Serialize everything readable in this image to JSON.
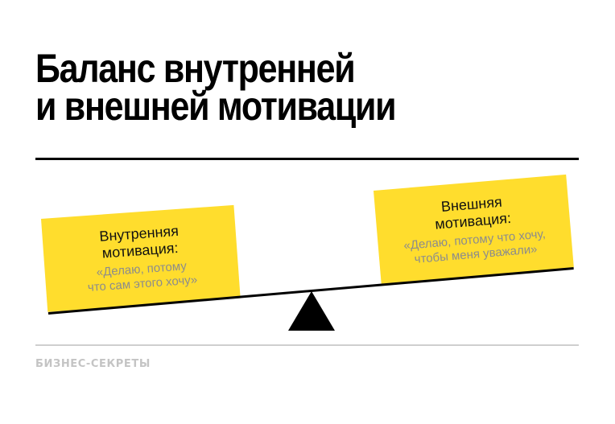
{
  "title": {
    "line1": "Баланс внутренней",
    "line2": "и внешней мотивации"
  },
  "cards": {
    "intrinsic": {
      "heading_line1": "Внутренняя",
      "heading_line2": "мотивация:",
      "quote_line1": "«Делаю, потому",
      "quote_line2": "что сам этого хочу»"
    },
    "extrinsic": {
      "heading_line1": "Внешняя",
      "heading_line2": "мотивация:",
      "quote_line1": "«Делаю, потому что хочу,",
      "quote_line2": "чтобы меня уважали»"
    }
  },
  "scale": {
    "beam_icon": "balance-beam",
    "fulcrum_icon": "triangle-fulcrum"
  },
  "footer": {
    "brand": "БИЗНЕС-СЕКРЕТЫ"
  },
  "colors": {
    "card_background": "#ffdd2d",
    "heading_text": "#111111",
    "quote_text": "#8c8c8c",
    "rule": "#000000",
    "footer_rule": "#cfcfcf",
    "brand_text": "#c4c4c4"
  }
}
